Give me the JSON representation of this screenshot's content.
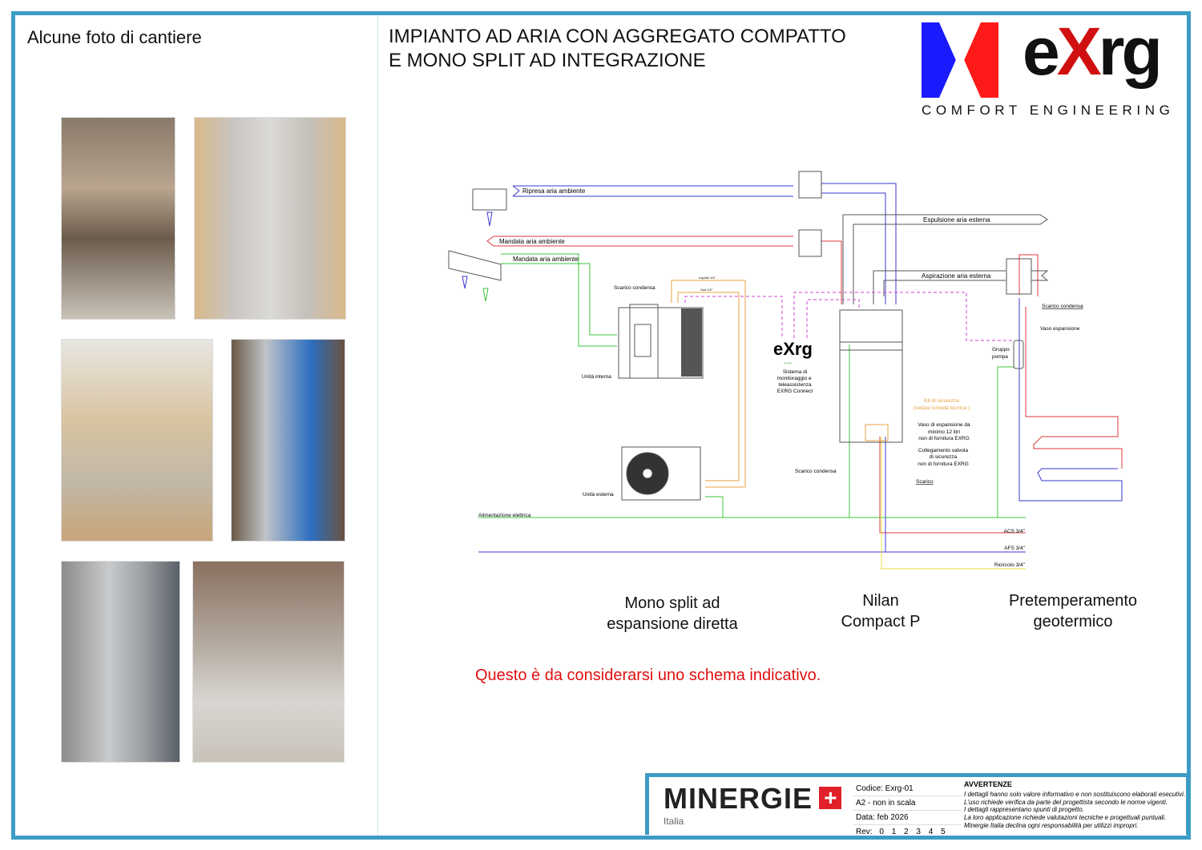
{
  "left_panel": {
    "title": "Alcune foto di cantiere"
  },
  "header": {
    "title_line1": "IMPIANTO AD ARIA CON AGGREGATO COMPATTO",
    "title_line2": "E MONO SPLIT AD INTEGRAZIONE"
  },
  "logo": {
    "brand": "eXrg",
    "tagline": "COMFORT ENGINEERING"
  },
  "diagram": {
    "ripresa": "Ripresa aria ambiente",
    "mandata1": "Mandata aria ambiente",
    "mandata2": "Mandata aria ambiente",
    "espulsione": "Espulsione aria esterna",
    "aspirazione": "Aspirazione aria esterna",
    "liquido": "Liquido 1/4\"",
    "gas": "Gas 1/2\"",
    "scarico_condensa_split": "Scarico condensa",
    "unita_interna": "Unità interna",
    "unita_esterna": "Unità esterna",
    "connect_brand": "eXrg",
    "connect_sub": "connect",
    "connect_desc": [
      "Sistema di",
      "monitoraggio e",
      "teleassistenza",
      "EXRG Connect"
    ],
    "scarico_condensa_geo": "Scarico condensa",
    "vaso_espansione": "Vaso espansione",
    "gruppo_pompa": [
      "Gruppo",
      "pompa"
    ],
    "kit_sicurezza": [
      "Kit di sicurezza",
      "(vedasi scheda tecnica )"
    ],
    "vaso_12": [
      "Vaso di espansione da",
      "minimo 12 litri",
      "non di fornitura EXRG"
    ],
    "collegamento_valvola": [
      "Collegamento valvola",
      "di sicurezza",
      "non di fornitura EXRG"
    ],
    "scarico": "Scarico",
    "scarico_condensa_nilan": "Scarico condensa",
    "alimentazione": "Alimentazione elettrica",
    "acs": "ACS  3/4\"",
    "afs": "AFS  3/4\"",
    "ricircolo": "Ricircolo  3/4\""
  },
  "captions": {
    "split": [
      "Mono split ad",
      "espansione diretta"
    ],
    "nilan": [
      "Nilan",
      "Compact P"
    ],
    "geo": [
      "Pretemperamento",
      "geotermico"
    ]
  },
  "note": "Questo è da considerarsi uno schema indicativo.",
  "footer": {
    "minergie": "MINERGIE",
    "minergie_sub": "Italia",
    "codice": "Codice:  Exrg-01",
    "scala": "A2 - non in scala",
    "data": "Data: feb 2026",
    "rev_label": "Rev:",
    "revs": [
      "0",
      "1",
      "2",
      "3",
      "4",
      "5"
    ],
    "warn_title": "AVVERTENZE",
    "warn_lines": [
      "I dettagli hanno solo valore informativo e non sostituiscono elaborati esecutivi.",
      "L'uso richiede verifica da parte del progettista secondo le norme vigenti.",
      "I dettagli rappresentano spunti di progetto.",
      "La loro applicazione richiede valutazioni tecniche e progettuali puntuali.",
      "Minergie Italia declina ogni responsabilità per utilizzi impropri."
    ]
  },
  "colors": {
    "frame": "#3d9cc4",
    "supply": "#e03a3a",
    "extract": "#3a3ad0",
    "green": "#3cc43c",
    "refrigerant": "#e8a040",
    "signal": "#d040d0",
    "yellow": "#e8e040",
    "note": "#e01010"
  }
}
